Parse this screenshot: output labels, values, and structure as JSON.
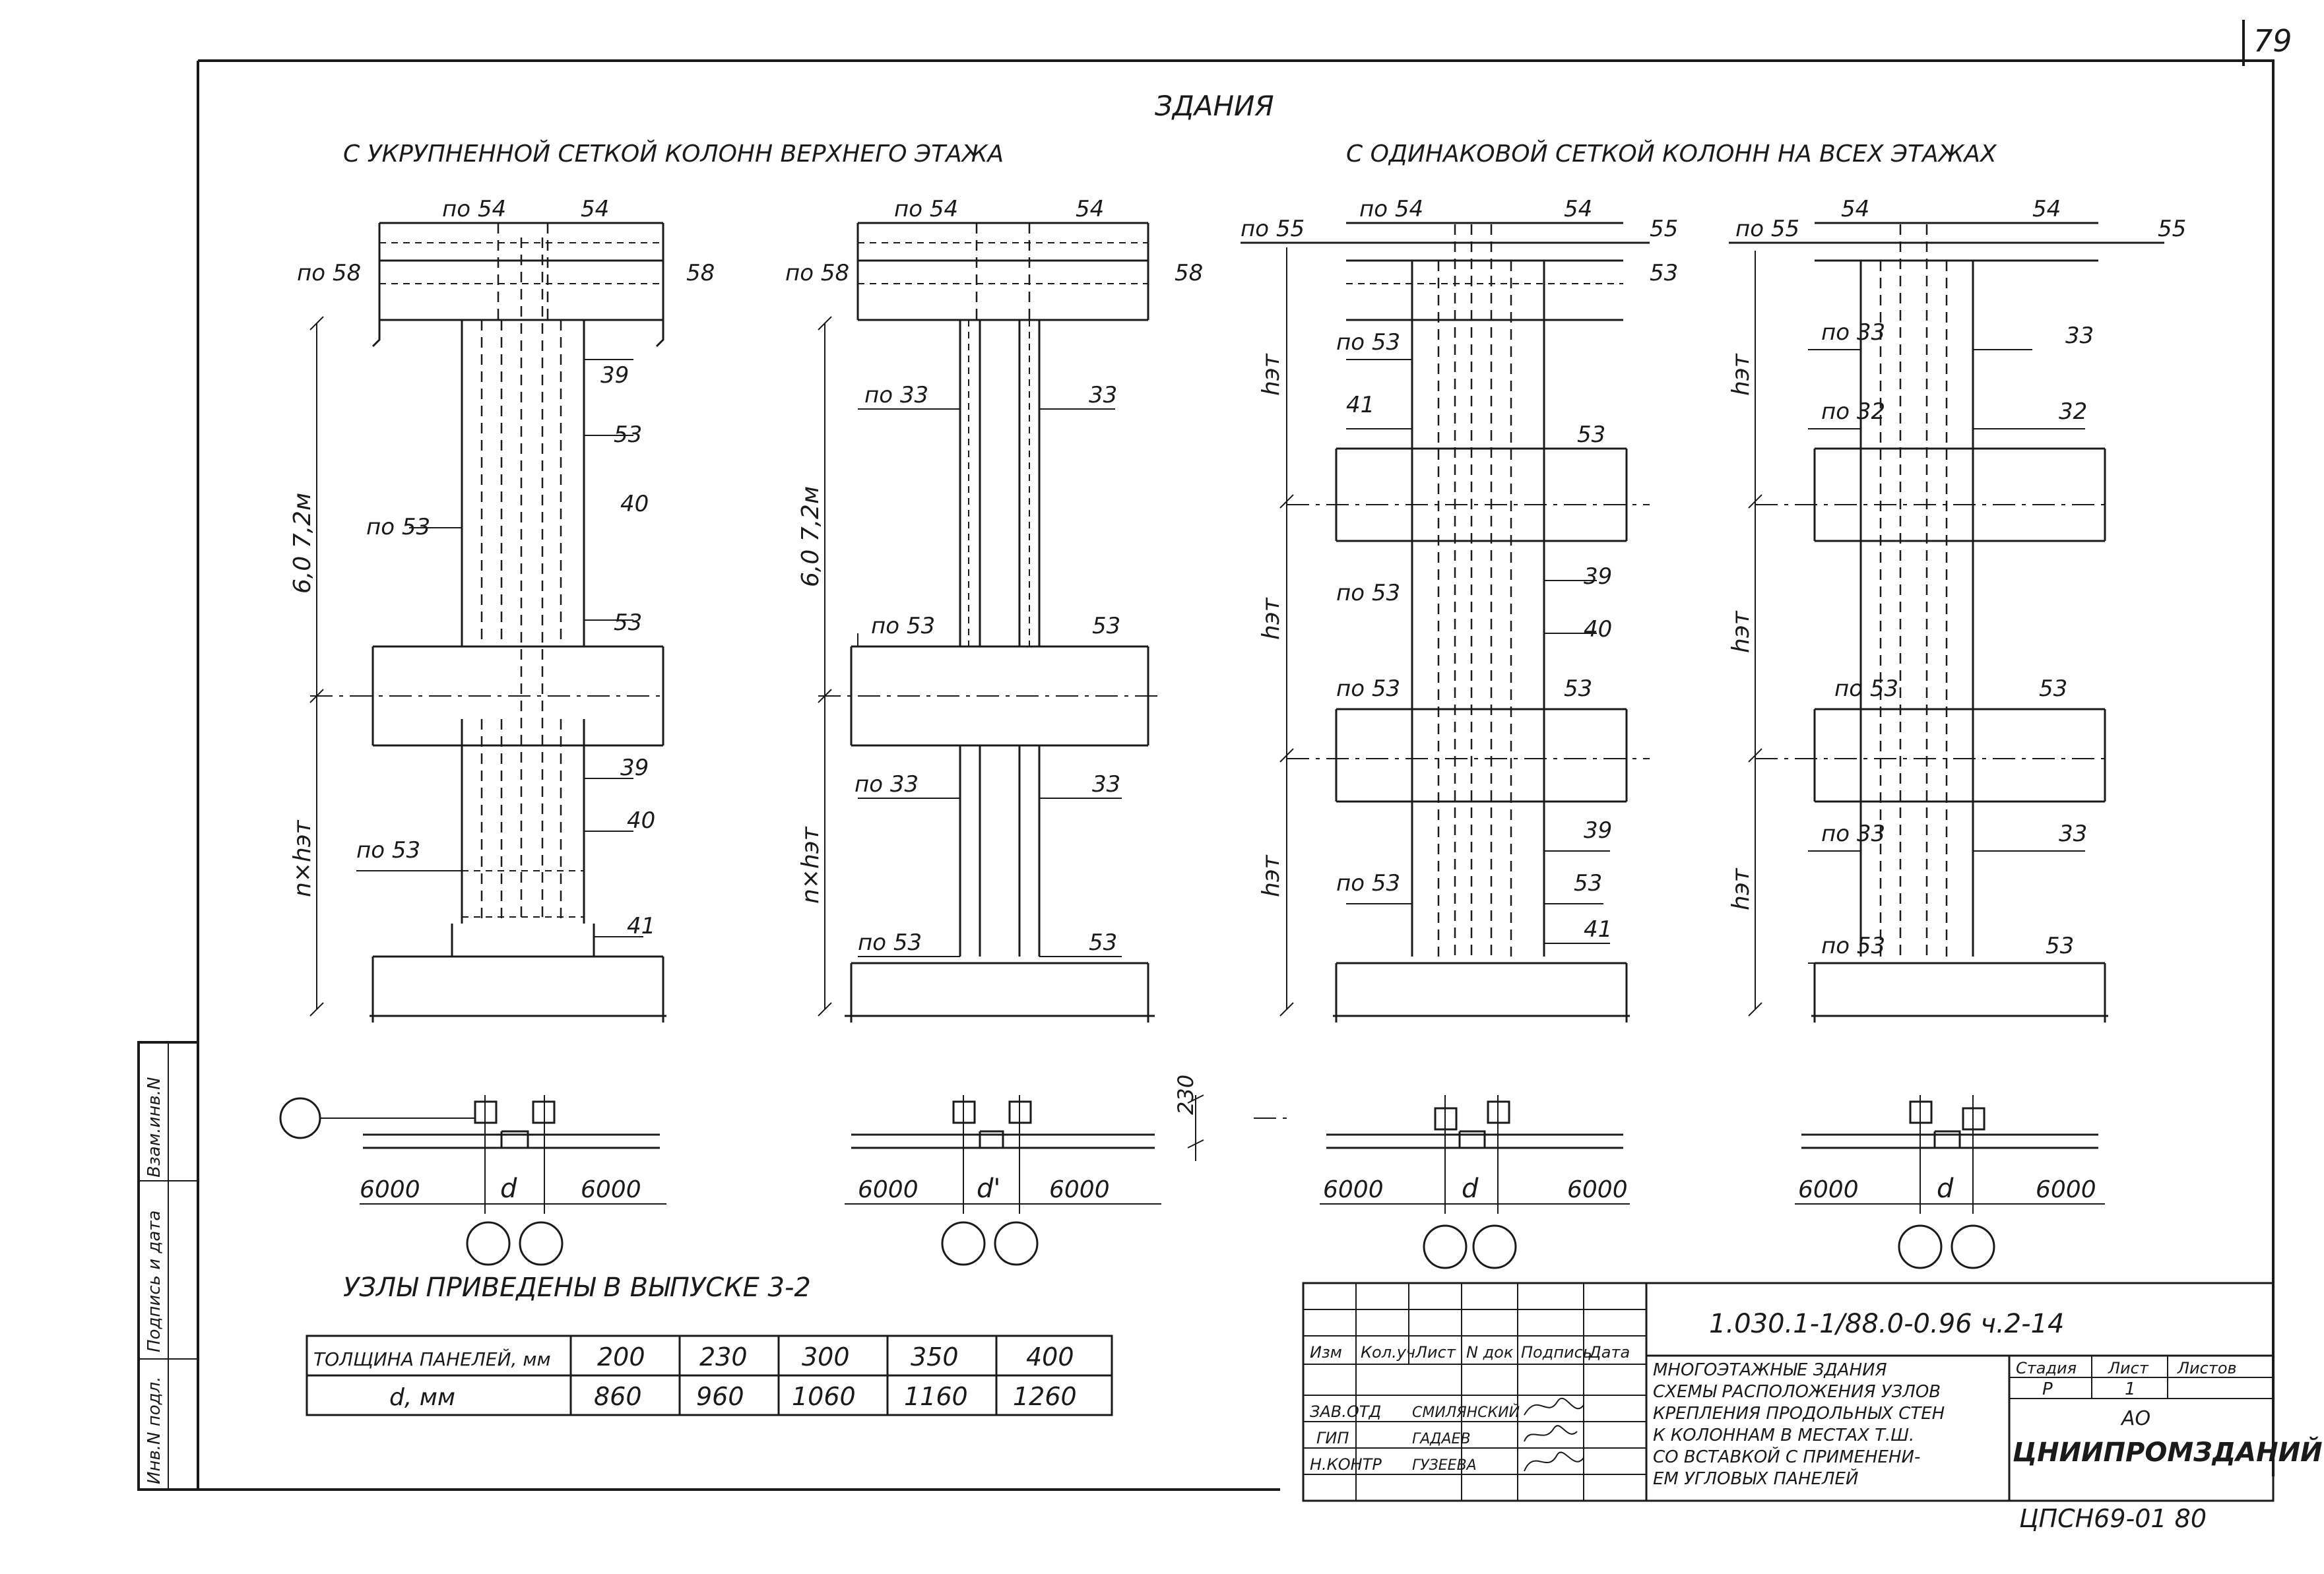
{
  "page_number": "79",
  "header": {
    "title": "ЗДАНИЯ",
    "left": "С УКРУПНЕННОЙ СЕТКОЙ КОЛОНН ВЕРХНЕГО ЭТАЖА",
    "right": "С ОДИНАКОВОЙ СЕТКОЙ КОЛОНН НА ВСЕХ ЭТАЖАХ"
  },
  "diagrams": [
    {
      "top_left": "по 54",
      "top_right": "54",
      "slab_left": "по 58",
      "slab_right": "58",
      "height_top": "6,0  7,2м",
      "height_bottom": "n×hэт",
      "right_labels": [
        "39",
        "53",
        "40",
        "53",
        "39",
        "40",
        "41"
      ],
      "left_labels": [
        "по 53",
        "по 53"
      ]
    },
    {
      "top_left": "по 54",
      "top_right": "54",
      "slab_left": "по 58",
      "slab_right": "58",
      "height_top": "6,0  7,2м",
      "height_bottom": "n×hэт",
      "right_labels": [
        "33",
        "53",
        "33",
        "53"
      ],
      "left_labels": [
        "по 33",
        "по 53",
        "по 33",
        "по 53"
      ]
    },
    {
      "top_left": "по 54",
      "top_right": "54",
      "corner_left": "по 55",
      "corner_right": "55",
      "slab_right": "53",
      "heights": [
        "hэт",
        "hэт",
        "hэт"
      ],
      "right_labels": [
        "53",
        "39",
        "40",
        "53",
        "39",
        "53",
        "41"
      ],
      "left_labels": [
        "по 53",
        "41",
        "по 53",
        "по 53",
        "по 53"
      ]
    },
    {
      "top_left": "54",
      "top_right": "54",
      "corner_left": "по 55",
      "corner_right": "55",
      "heights": [
        "hэт",
        "hэт",
        "hэт"
      ],
      "right_labels": [
        "33",
        "32",
        "53",
        "33",
        "53"
      ],
      "left_labels": [
        "по 33",
        "по 32",
        "по 53",
        "по 33",
        "по 53"
      ]
    }
  ],
  "plans": [
    {
      "left": "6000",
      "mid": "d",
      "right": "6000"
    },
    {
      "left": "6000",
      "mid": "d'",
      "right": "6000"
    },
    {
      "left": "6000",
      "mid": "d",
      "right": "6000"
    },
    {
      "left": "6000",
      "mid": "d",
      "right": "6000"
    }
  ],
  "plan_dim": "230",
  "note": "УЗЛЫ ПРИВЕДЕНЫ В ВЫПУСКЕ 3-2",
  "table": {
    "row1_label": "ТОЛЩИНА ПАНЕЛЕЙ, мм",
    "row2_label": "d, мм",
    "thickness": [
      "200",
      "230",
      "300",
      "350",
      "400"
    ],
    "d": [
      "860",
      "960",
      "1060",
      "1160",
      "1260"
    ]
  },
  "title_block": {
    "code": "1.030.1-1/88.0-0.96 ч.2-14",
    "columns": [
      "Изм",
      "Кол.уч",
      "Лист",
      "N док",
      "Подпись",
      "Дата"
    ],
    "roles": [
      "ЗАВ.ОТД",
      "ГИП",
      "Н.КОНТР"
    ],
    "names": [
      "СМИЛЯНСКИЙ",
      "ГАДАЕВ",
      "ГУЗЕЕВА"
    ],
    "description": [
      "МНОГОЭТАЖНЫЕ ЗДАНИЯ",
      "СХЕМЫ РАСПОЛОЖЕНИЯ УЗЛОВ",
      "КРЕПЛЕНИЯ ПРОДОЛЬНЫХ СТЕН",
      "К КОЛОННАМ В МЕСТАХ Т.Ш.",
      "СО ВСТАВКОЙ С ПРИМЕНЕНИ-",
      "ЕМ УГЛОВЫХ ПАНЕЛЕЙ"
    ],
    "stage_header": "Стадия",
    "sheet_header": "Лист",
    "sheets_header": "Листов",
    "stage": "Р",
    "sheet": "1",
    "org_prefix": "АО",
    "org": "ЦНИИПРОМЗДАНИЙ"
  },
  "side_stamp": [
    "Инв.N подл.",
    "Подпись и дата",
    "Взам.инв.N"
  ],
  "footer_code": "ЦПСН69-01  80"
}
